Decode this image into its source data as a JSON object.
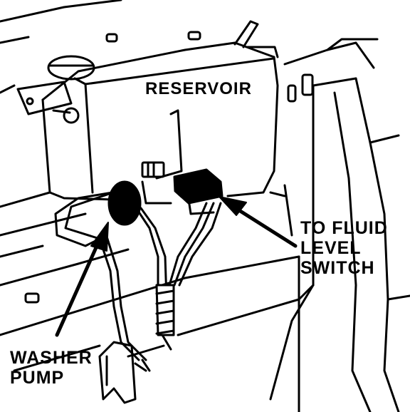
{
  "diagram": {
    "labels": {
      "reservoir": "RESERVOIR",
      "fluid_switch": [
        "TO FLUID",
        "LEVEL",
        "SWITCH"
      ],
      "washer_pump": [
        "WASHER",
        "PUMP"
      ]
    },
    "colors": {
      "ink": "#000000",
      "paper": "#ffffff"
    }
  }
}
